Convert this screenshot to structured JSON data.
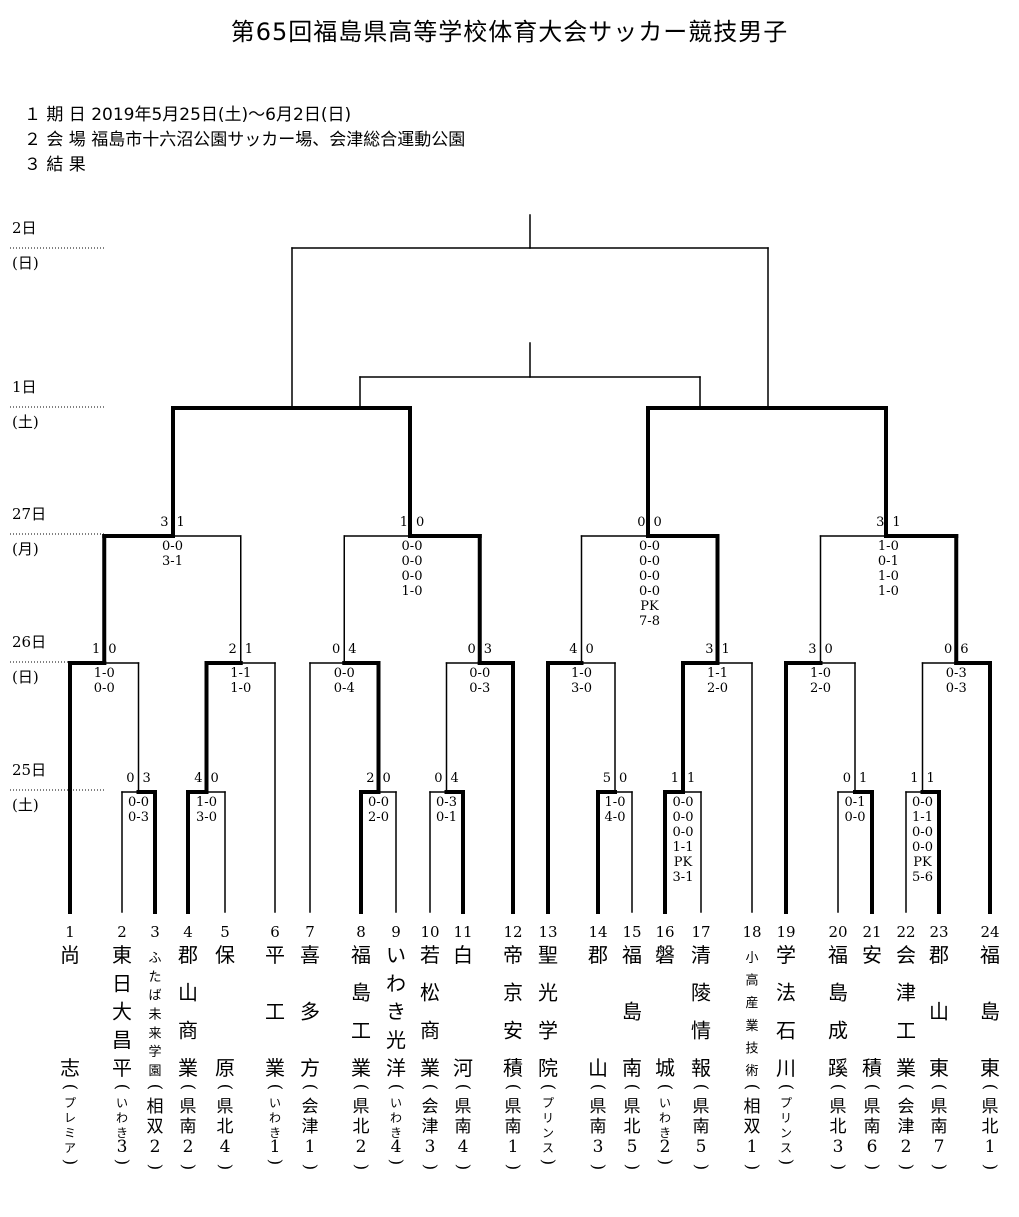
{
  "title": "第65回福島県高等学校体育大会サッカー競技男子",
  "info": [
    "１ 期 日  2019年5月25日(土)～6月2日(日)",
    "２ 会 場  福島市十六沼公園サッカー場、会津総合運動公園",
    "３ 結 果"
  ],
  "days": [
    {
      "date": "2日",
      "dow": "(日)"
    },
    {
      "date": "1日",
      "dow": "(土)"
    },
    {
      "date": "27日",
      "dow": "(月)"
    },
    {
      "date": "26日",
      "dow": "(日)"
    },
    {
      "date": "25日",
      "dow": "(土)"
    }
  ],
  "teams": [
    {
      "no": "1",
      "name": "尚志",
      "league": "(プレミア)"
    },
    {
      "no": "2",
      "name": "東日大昌平",
      "league": "(いわき3)"
    },
    {
      "no": "3",
      "name": "ふたば未来学園",
      "league": "(相双2)"
    },
    {
      "no": "4",
      "name": "郡山商業",
      "league": "(県南2)"
    },
    {
      "no": "5",
      "name": "保原",
      "league": "(県北4)"
    },
    {
      "no": "6",
      "name": "平工業",
      "league": "(いわき1)"
    },
    {
      "no": "7",
      "name": "喜多方",
      "league": "(会津1)"
    },
    {
      "no": "8",
      "name": "福島工業",
      "league": "(県北2)"
    },
    {
      "no": "9",
      "name": "いわき光洋",
      "league": "(いわき4)"
    },
    {
      "no": "10",
      "name": "若松商業",
      "league": "(会津3)"
    },
    {
      "no": "11",
      "name": "白河",
      "league": "(県南4)"
    },
    {
      "no": "12",
      "name": "帝京安積",
      "league": "(県南1)"
    },
    {
      "no": "13",
      "name": "聖光学院",
      "league": "(プリンス)"
    },
    {
      "no": "14",
      "name": "郡山",
      "league": "(県南3)"
    },
    {
      "no": "15",
      "name": "福島南",
      "league": "(県北5)"
    },
    {
      "no": "16",
      "name": "磐城",
      "league": "(いわき2)"
    },
    {
      "no": "17",
      "name": "清陵情報",
      "league": "(県南5)"
    },
    {
      "no": "18",
      "name": "小高産業技術",
      "league": "(相双1)"
    },
    {
      "no": "19",
      "name": "学法石川",
      "league": "(プリンス)"
    },
    {
      "no": "20",
      "name": "福島成蹊",
      "league": "(県北3)"
    },
    {
      "no": "21",
      "name": "安積",
      "league": "(県南6)"
    },
    {
      "no": "22",
      "name": "会津工業",
      "league": "(会津2)"
    },
    {
      "no": "23",
      "name": "郡山東",
      "league": "(県南7)"
    },
    {
      "no": "24",
      "name": "福島東",
      "league": "(県北1)"
    }
  ],
  "matches": [
    {
      "id": "R1a",
      "score": [
        "0",
        "3"
      ],
      "halves": [
        "0-0",
        "0-3"
      ]
    },
    {
      "id": "R1b",
      "score": [
        "4",
        "0"
      ],
      "halves": [
        "1-0",
        "3-0"
      ]
    },
    {
      "id": "R1c",
      "score": [
        "2",
        "0"
      ],
      "halves": [
        "0-0",
        "2-0"
      ]
    },
    {
      "id": "R1d",
      "score": [
        "0",
        "4"
      ],
      "halves": [
        "0-3",
        "0-1"
      ]
    },
    {
      "id": "R1e",
      "score": [
        "5",
        "0"
      ],
      "halves": [
        "1-0",
        "4-0"
      ]
    },
    {
      "id": "R1f",
      "score": [
        "1",
        "1"
      ],
      "halves": [
        "0-0",
        "0-0",
        "0-0",
        "1-1",
        "PK",
        "3-1"
      ]
    },
    {
      "id": "R1g",
      "score": [
        "0",
        "1"
      ],
      "halves": [
        "0-1",
        "0-0"
      ]
    },
    {
      "id": "R1h",
      "score": [
        "1",
        "1"
      ],
      "halves": [
        "0-0",
        "1-1",
        "0-0",
        "0-0",
        "PK",
        "5-6"
      ]
    },
    {
      "id": "R2a",
      "score": [
        "1",
        "0"
      ],
      "halves": [
        "1-0",
        "0-0"
      ]
    },
    {
      "id": "R2b",
      "score": [
        "2",
        "1"
      ],
      "halves": [
        "1-1",
        "1-0"
      ]
    },
    {
      "id": "R2c",
      "score": [
        "0",
        "4"
      ],
      "halves": [
        "0-0",
        "0-4"
      ]
    },
    {
      "id": "R2d",
      "score": [
        "0",
        "3"
      ],
      "halves": [
        "0-0",
        "0-3"
      ]
    },
    {
      "id": "R2e",
      "score": [
        "4",
        "0"
      ],
      "halves": [
        "1-0",
        "3-0"
      ]
    },
    {
      "id": "R2f",
      "score": [
        "3",
        "1"
      ],
      "halves": [
        "1-1",
        "2-0"
      ]
    },
    {
      "id": "R2g",
      "score": [
        "3",
        "0"
      ],
      "halves": [
        "1-0",
        "2-0"
      ]
    },
    {
      "id": "R2h",
      "score": [
        "0",
        "6"
      ],
      "halves": [
        "0-3",
        "0-3"
      ]
    },
    {
      "id": "R3a",
      "score": [
        "3",
        "1"
      ],
      "halves": [
        "0-0",
        "3-1"
      ]
    },
    {
      "id": "R3b",
      "score": [
        "1",
        "0"
      ],
      "halves": [
        "0-0",
        "0-0",
        "0-0",
        "1-0"
      ]
    },
    {
      "id": "R3c",
      "score": [
        "0",
        "0"
      ],
      "halves": [
        "0-0",
        "0-0",
        "0-0",
        "0-0",
        "PK",
        "7-8"
      ]
    },
    {
      "id": "R3d",
      "score": [
        "3",
        "1"
      ],
      "halves": [
        "1-0",
        "0-1",
        "1-0",
        "1-0"
      ]
    }
  ]
}
